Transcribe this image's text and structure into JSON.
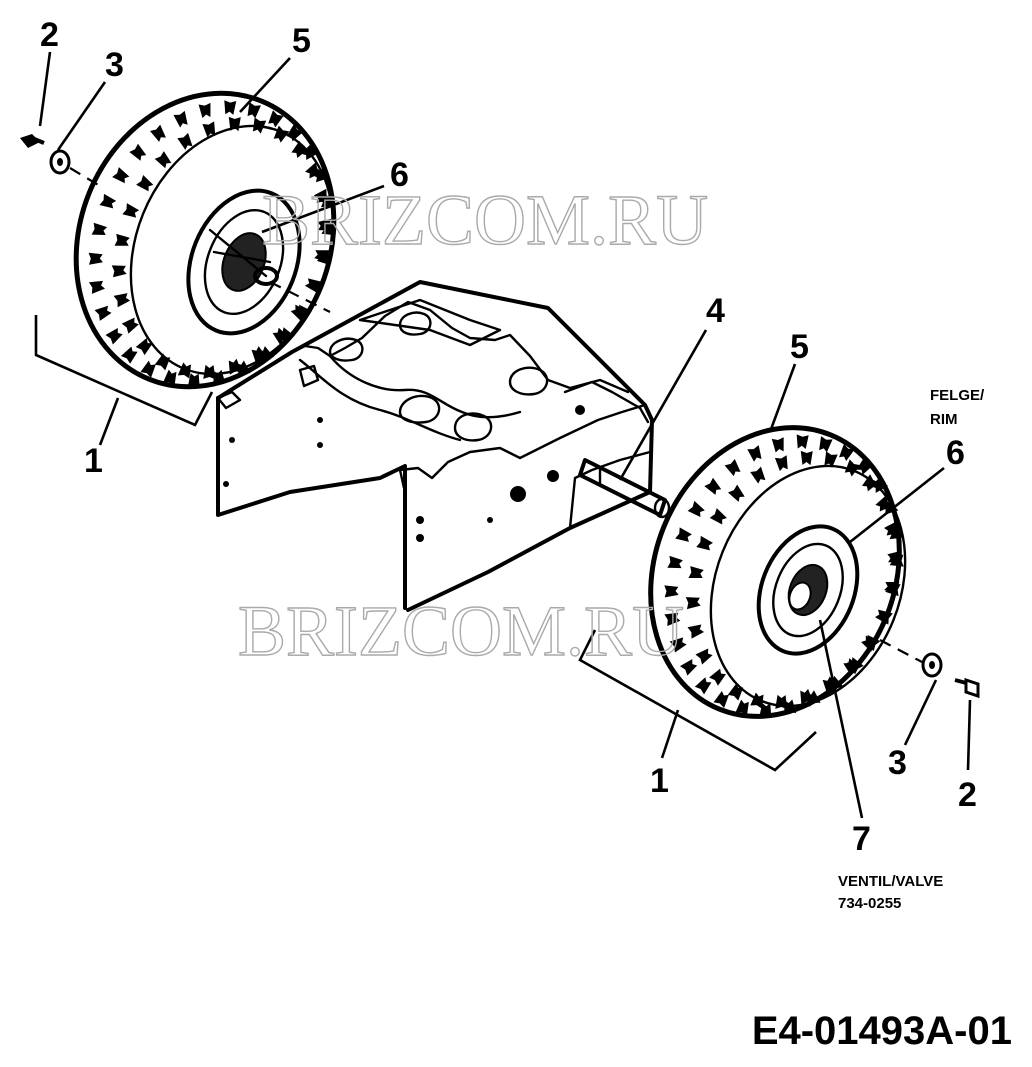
{
  "diagram": {
    "callouts": {
      "tire_top": "5",
      "rim_top": "6",
      "bolt_top": "2",
      "washer_top": "3",
      "wheel_assembly_left": "1",
      "axle": "4",
      "tire_right": "5",
      "rim_right": "6",
      "wheel_assembly_right": "1",
      "washer_right": "3",
      "bolt_right": "2",
      "valve": "7"
    },
    "notes": {
      "rim_line1": "FELGE/",
      "rim_line2": "RIM",
      "valve_line1": "VENTIL/VALVE",
      "valve_line2": "734-0255"
    },
    "drawing_code": "E4-01493A-01",
    "watermark_top": "BRIZCOM.RU",
    "watermark_bottom": "BRIZCOM.RU"
  }
}
